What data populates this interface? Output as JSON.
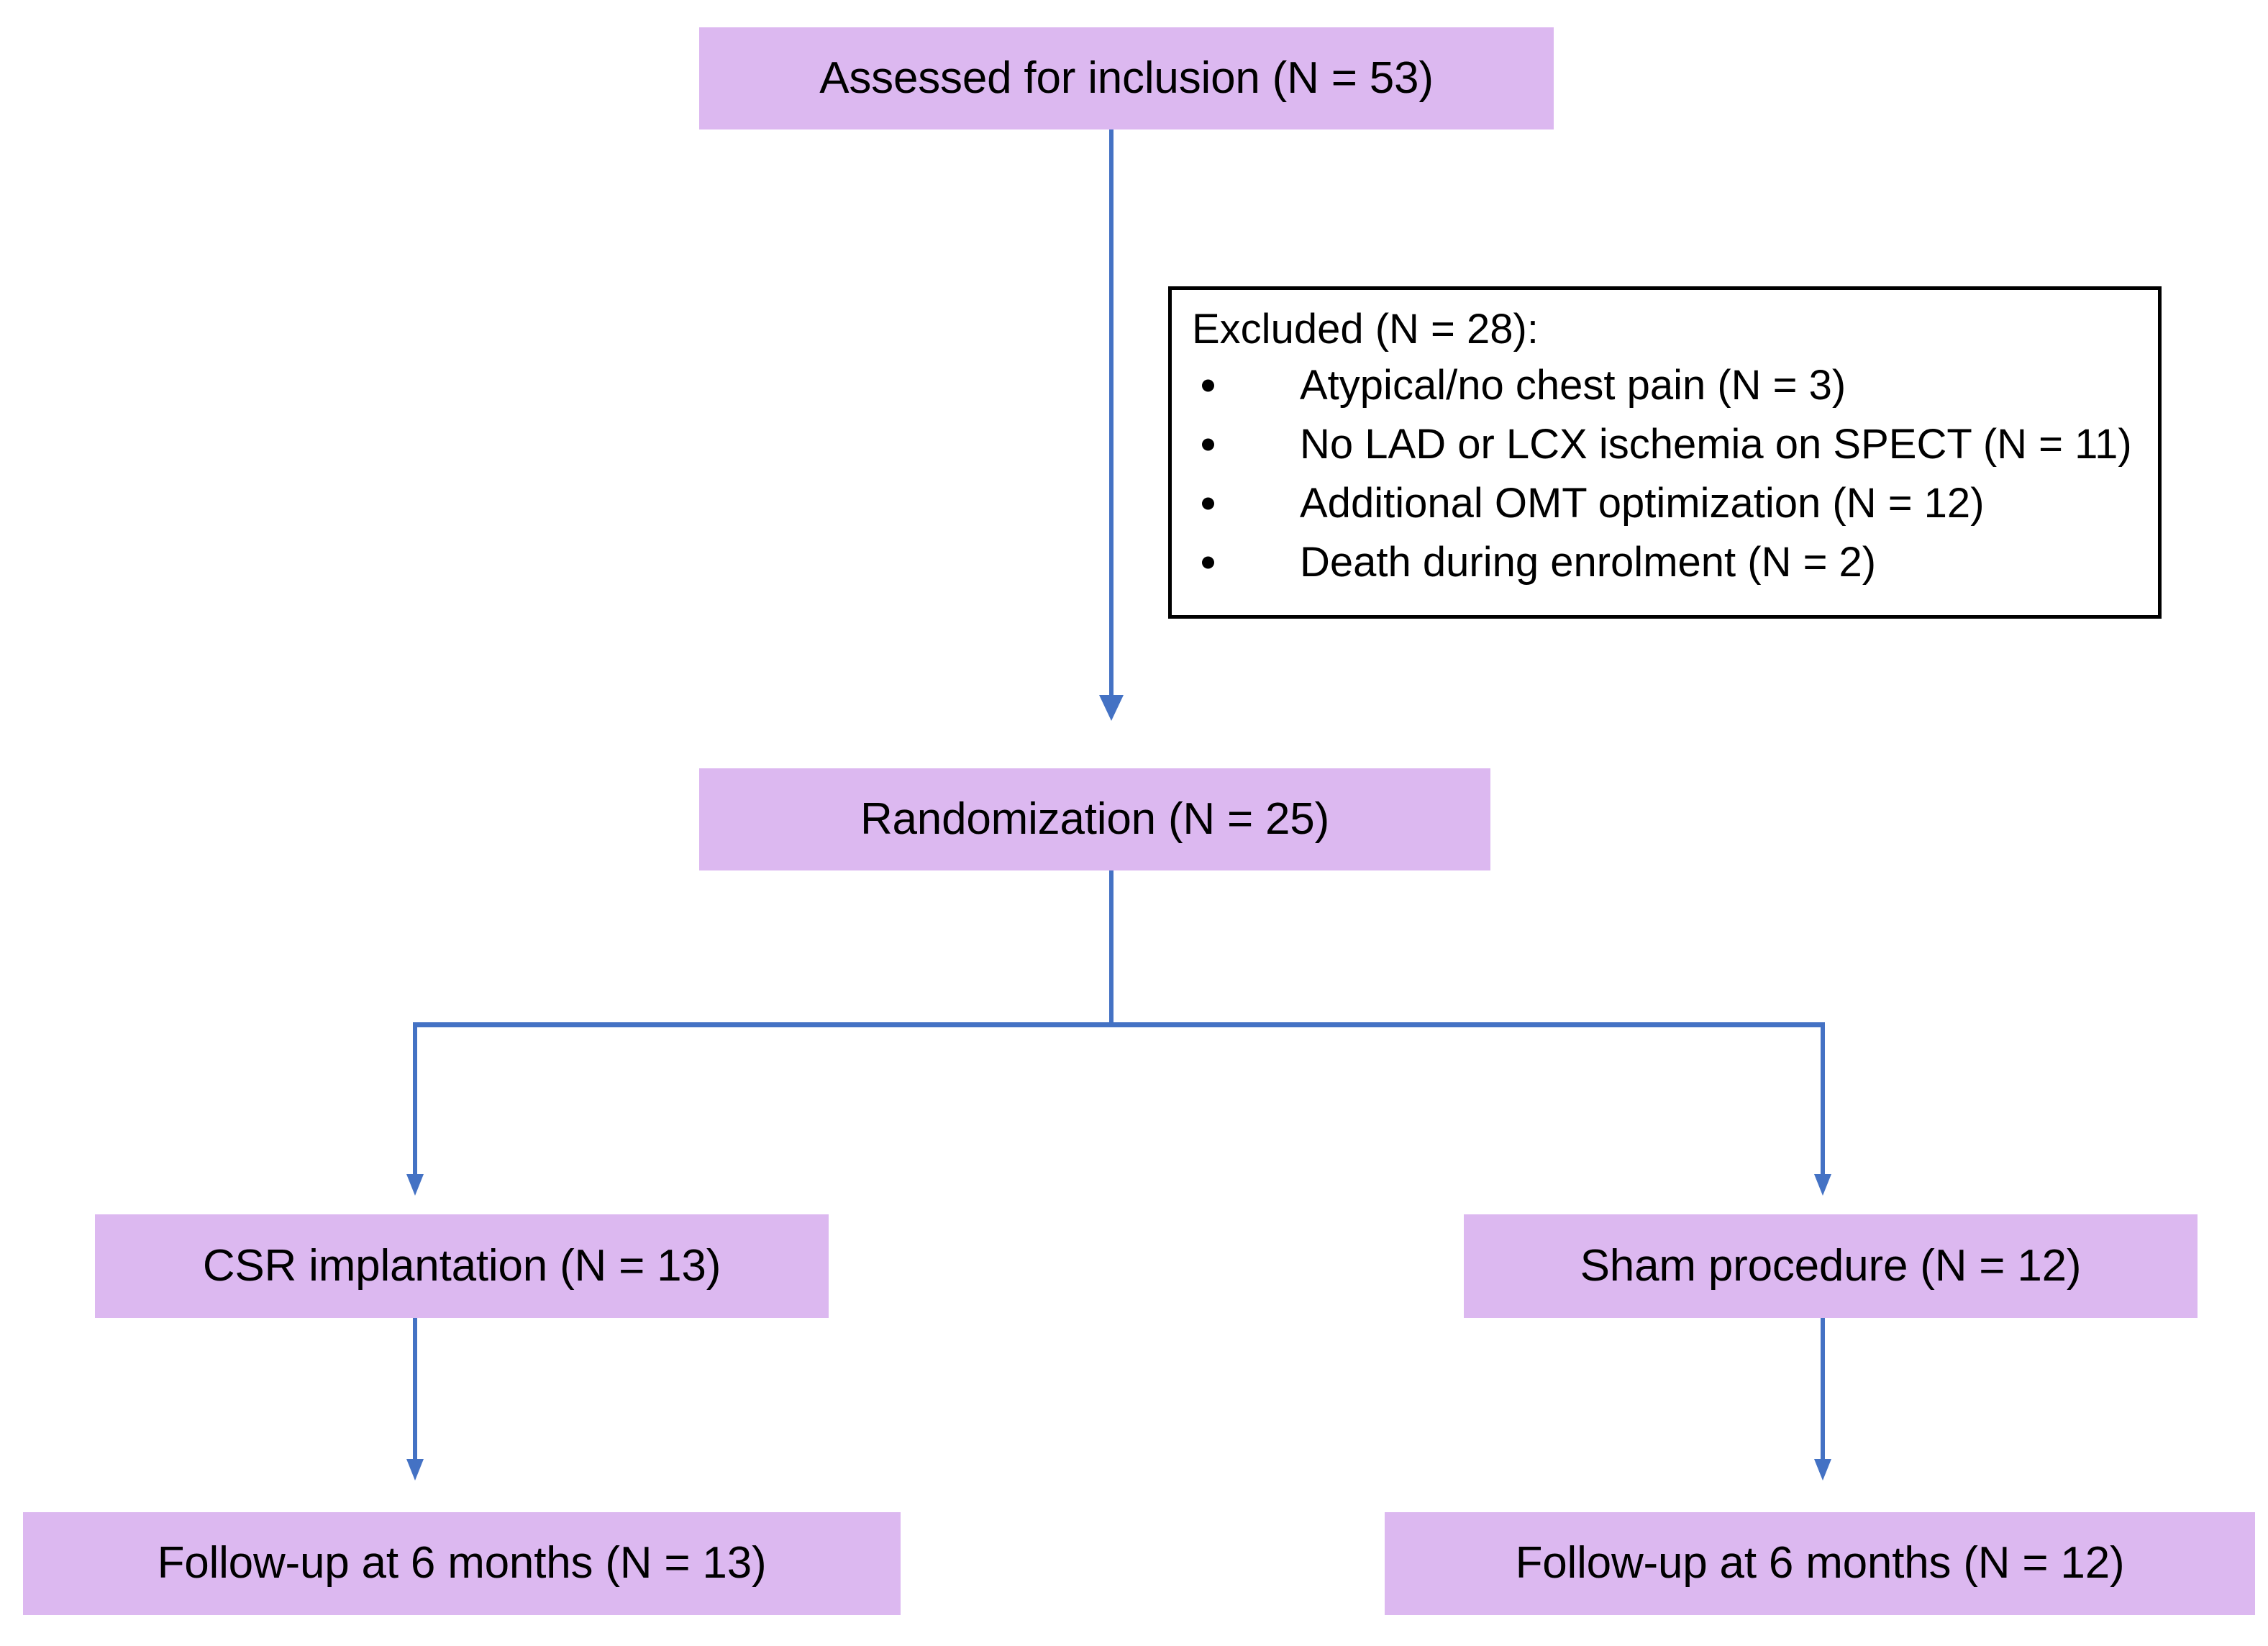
{
  "diagram": {
    "type": "consort-flow-diagram",
    "accent_color": "#4472C4",
    "box_fill_color": "#DCB8F0",
    "panel_border_color": "#000000",
    "background_color": "#FFFFFF"
  },
  "nodes": {
    "assessed": {
      "label": "Assessed for inclusion (N = 53)",
      "n": 53
    },
    "randomization": {
      "label": "Randomization (N = 25)",
      "n": 25
    },
    "csr_implantation": {
      "label": "CSR implantation (N = 13)",
      "n": 13
    },
    "sham_procedure": {
      "label": "Sham procedure (N = 12)",
      "n": 12
    },
    "followup_left": {
      "label": "Follow-up at 6 months (N = 13)",
      "n": 13
    },
    "followup_right": {
      "label": "Follow-up at 6 months (N = 12)",
      "n": 12
    }
  },
  "excluded_panel": {
    "title": "Excluded (N = 28):",
    "total": 28,
    "reasons": [
      {
        "label": "Atypical/no chest pain (N = 3)",
        "n": 3
      },
      {
        "label": "No LAD or LCX ischemia on SPECT (N = 11)",
        "n": 11
      },
      {
        "label": "Additional OMT optimization (N = 12)",
        "n": 12
      },
      {
        "label": "Death during enrolment (N = 2)",
        "n": 2
      }
    ]
  }
}
